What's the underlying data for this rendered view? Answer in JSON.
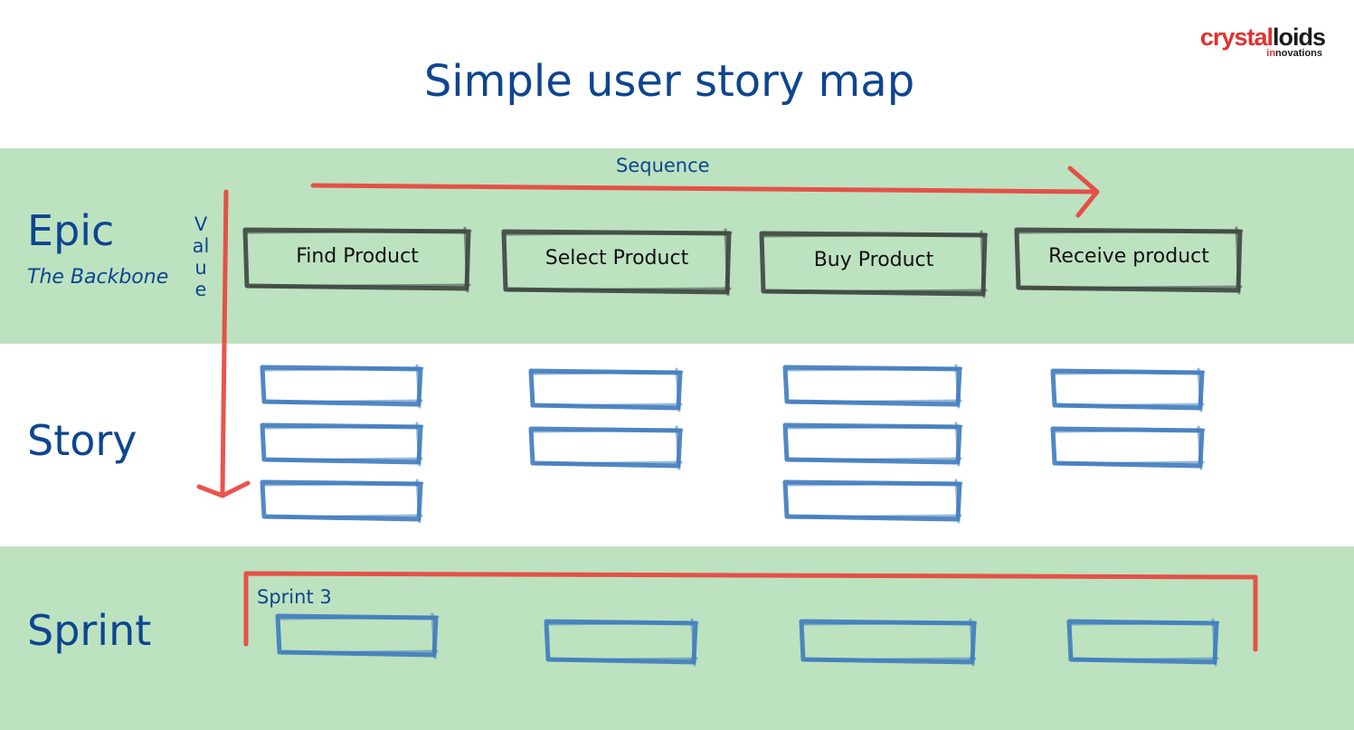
{
  "title": "Simple user story map",
  "logo": {
    "word_part1": "crystal",
    "word_part2": "loids",
    "sub_part1": "in",
    "sub_part2": "novations"
  },
  "rows": {
    "epic": "Epic",
    "backbone": "The Backbone",
    "story": "Story",
    "sprint": "Sprint"
  },
  "axes": {
    "sequence": "Sequence",
    "value": "Value"
  },
  "sprint_label": "Sprint 3",
  "epics": [
    "Find Product",
    "Select Product",
    "Buy Product",
    "Receive product"
  ],
  "story_counts": [
    3,
    2,
    3,
    2
  ],
  "sprint_item_count": 4,
  "colors": {
    "band": "#bde2c0",
    "text": "#0d4590",
    "arrow": "#e8413a",
    "epic_box": "#3c463f",
    "story_box": "#3f7bbd"
  }
}
